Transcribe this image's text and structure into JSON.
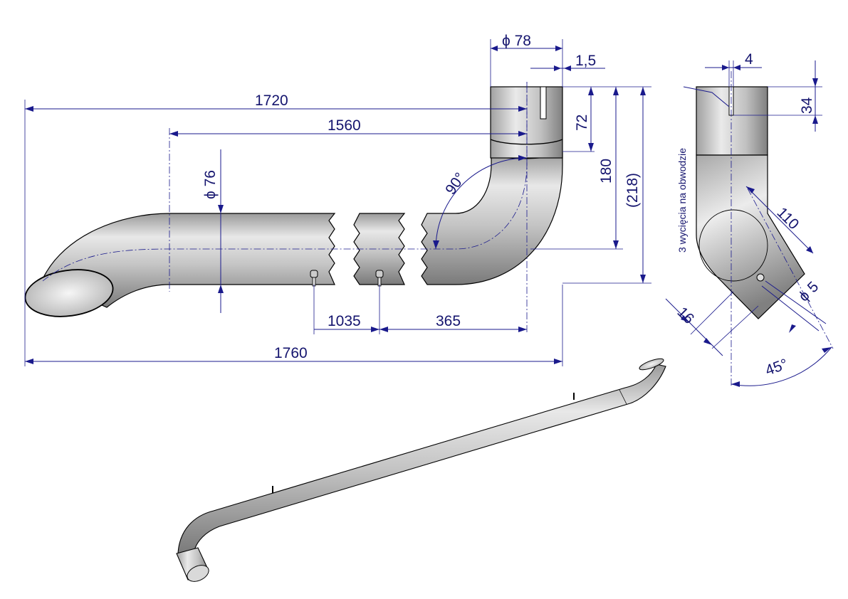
{
  "dimensions": {
    "d_outlet": "ϕ 78",
    "wall": "1,5",
    "len_1720": "1720",
    "len_1560": "1560",
    "d_pipe": "ϕ 76",
    "angle_bend": "90°",
    "h_72": "72",
    "h_180": "180",
    "h_218": "(218)",
    "len_1035": "1035",
    "len_365": "365",
    "len_1760": "1760",
    "slot_w": "4",
    "slot_h": "34",
    "len_110": "110",
    "d_hole": "ϕ 5",
    "len_16": "16",
    "angle_45": "45°"
  },
  "notes": {
    "slots": "3 wycięcia na obwodzie"
  },
  "colors": {
    "dimension": "#1a1a8c",
    "metal_light": "#e6e6e6",
    "metal_dark": "#8a8a8a"
  }
}
